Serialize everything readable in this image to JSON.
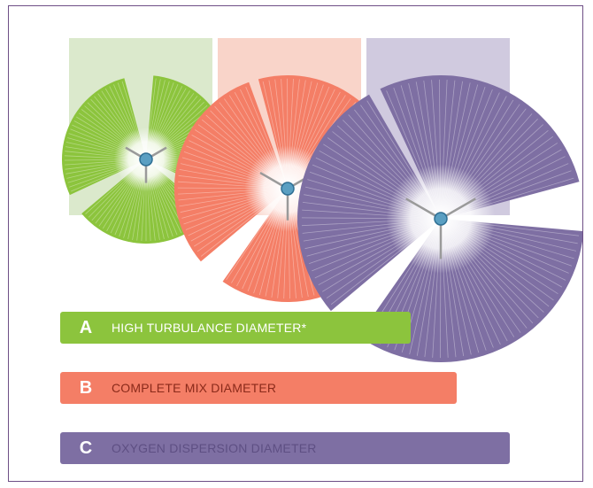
{
  "colors": {
    "green": "#8cc43d",
    "green_light": "#dbe9cc",
    "orange": "#f47e66",
    "orange_light": "#f9d4c9",
    "purple": "#7e6fa3",
    "purple_light": "#d0cadf",
    "hub": "#5a9fc2",
    "frame": "#6e4f86"
  },
  "legend": [
    {
      "letter": "A",
      "label": "HIGH TURBULANCE DIAMETER*",
      "color": "#8cc43d",
      "text_color": "#ffffff"
    },
    {
      "letter": "B",
      "label": "COMPLETE MIX DIAMETER",
      "color": "#f47e66",
      "text_color": "#8a2a1a"
    },
    {
      "letter": "C",
      "label": "OXYGEN DISPERSION DIAMETER",
      "color": "#7e6fa3",
      "text_color": "#5e4f83"
    }
  ]
}
